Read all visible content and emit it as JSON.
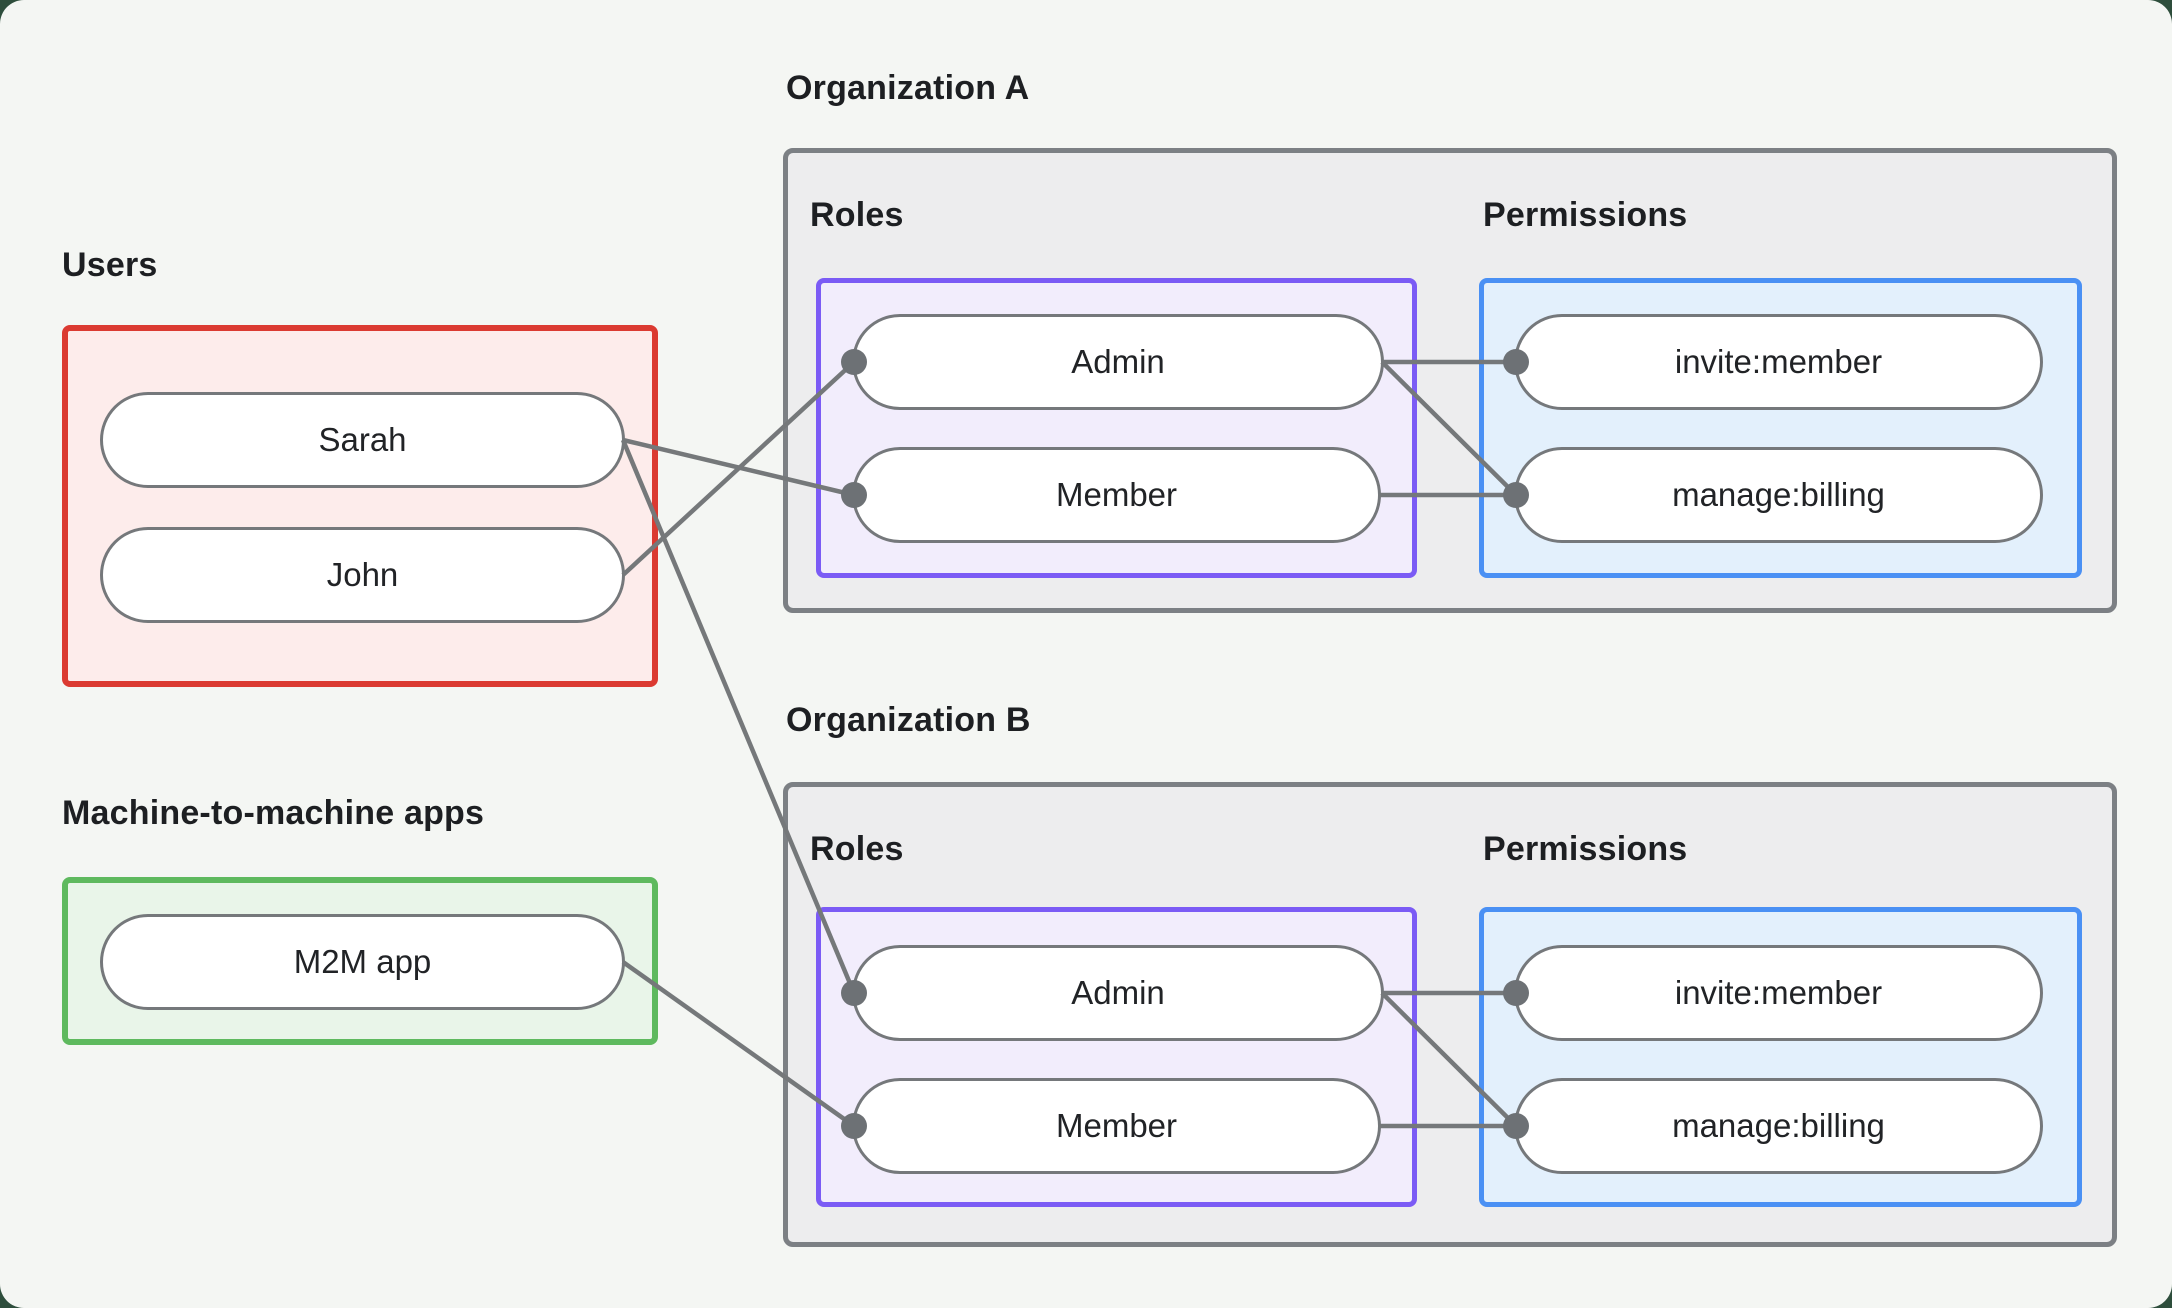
{
  "labels": {
    "users": "Users",
    "m2m": "Machine-to-machine apps",
    "org_a": "Organization A",
    "org_b": "Organization B",
    "roles_a": "Roles",
    "permissions_a": "Permissions",
    "roles_b": "Roles",
    "permissions_b": "Permissions"
  },
  "nodes": {
    "sarah": "Sarah",
    "john": "John",
    "m2m_app": "M2M app",
    "orgA_admin": "Admin",
    "orgA_member": "Member",
    "orgA_invite": "invite:member",
    "orgA_manage": "manage:billing",
    "orgB_admin": "Admin",
    "orgB_member": "Member",
    "orgB_invite": "invite:member",
    "orgB_manage": "manage:billing"
  },
  "edges": [
    [
      "sarah",
      "orgA_member"
    ],
    [
      "john",
      "orgA_admin"
    ],
    [
      "sarah",
      "orgB_admin"
    ],
    [
      "m2m_app",
      "orgB_member"
    ],
    [
      "orgA_admin",
      "orgA_invite"
    ],
    [
      "orgA_admin",
      "orgA_manage"
    ],
    [
      "orgA_member",
      "orgA_manage"
    ],
    [
      "orgB_admin",
      "orgB_invite"
    ],
    [
      "orgB_admin",
      "orgB_manage"
    ],
    [
      "orgB_member",
      "orgB_manage"
    ]
  ],
  "colors": {
    "page_background": "#f4f6f3",
    "backdrop": "#2e4e3c",
    "users_border": "#db3a31",
    "users_fill": "#fdeceb",
    "m2m_border": "#5eb95e",
    "m2m_fill": "#e9f5e9",
    "org_border": "#7c8084",
    "org_fill": "#ededee",
    "roles_border": "#7b5bf5",
    "roles_fill": "#f2edfc",
    "permissions_border": "#4a90f4",
    "permissions_fill": "#e3f0fc",
    "pill_border": "#75787b",
    "pill_fill": "#ffffff",
    "line": "#75787a",
    "dot": "#6d7175",
    "text": "#1d1f22"
  }
}
